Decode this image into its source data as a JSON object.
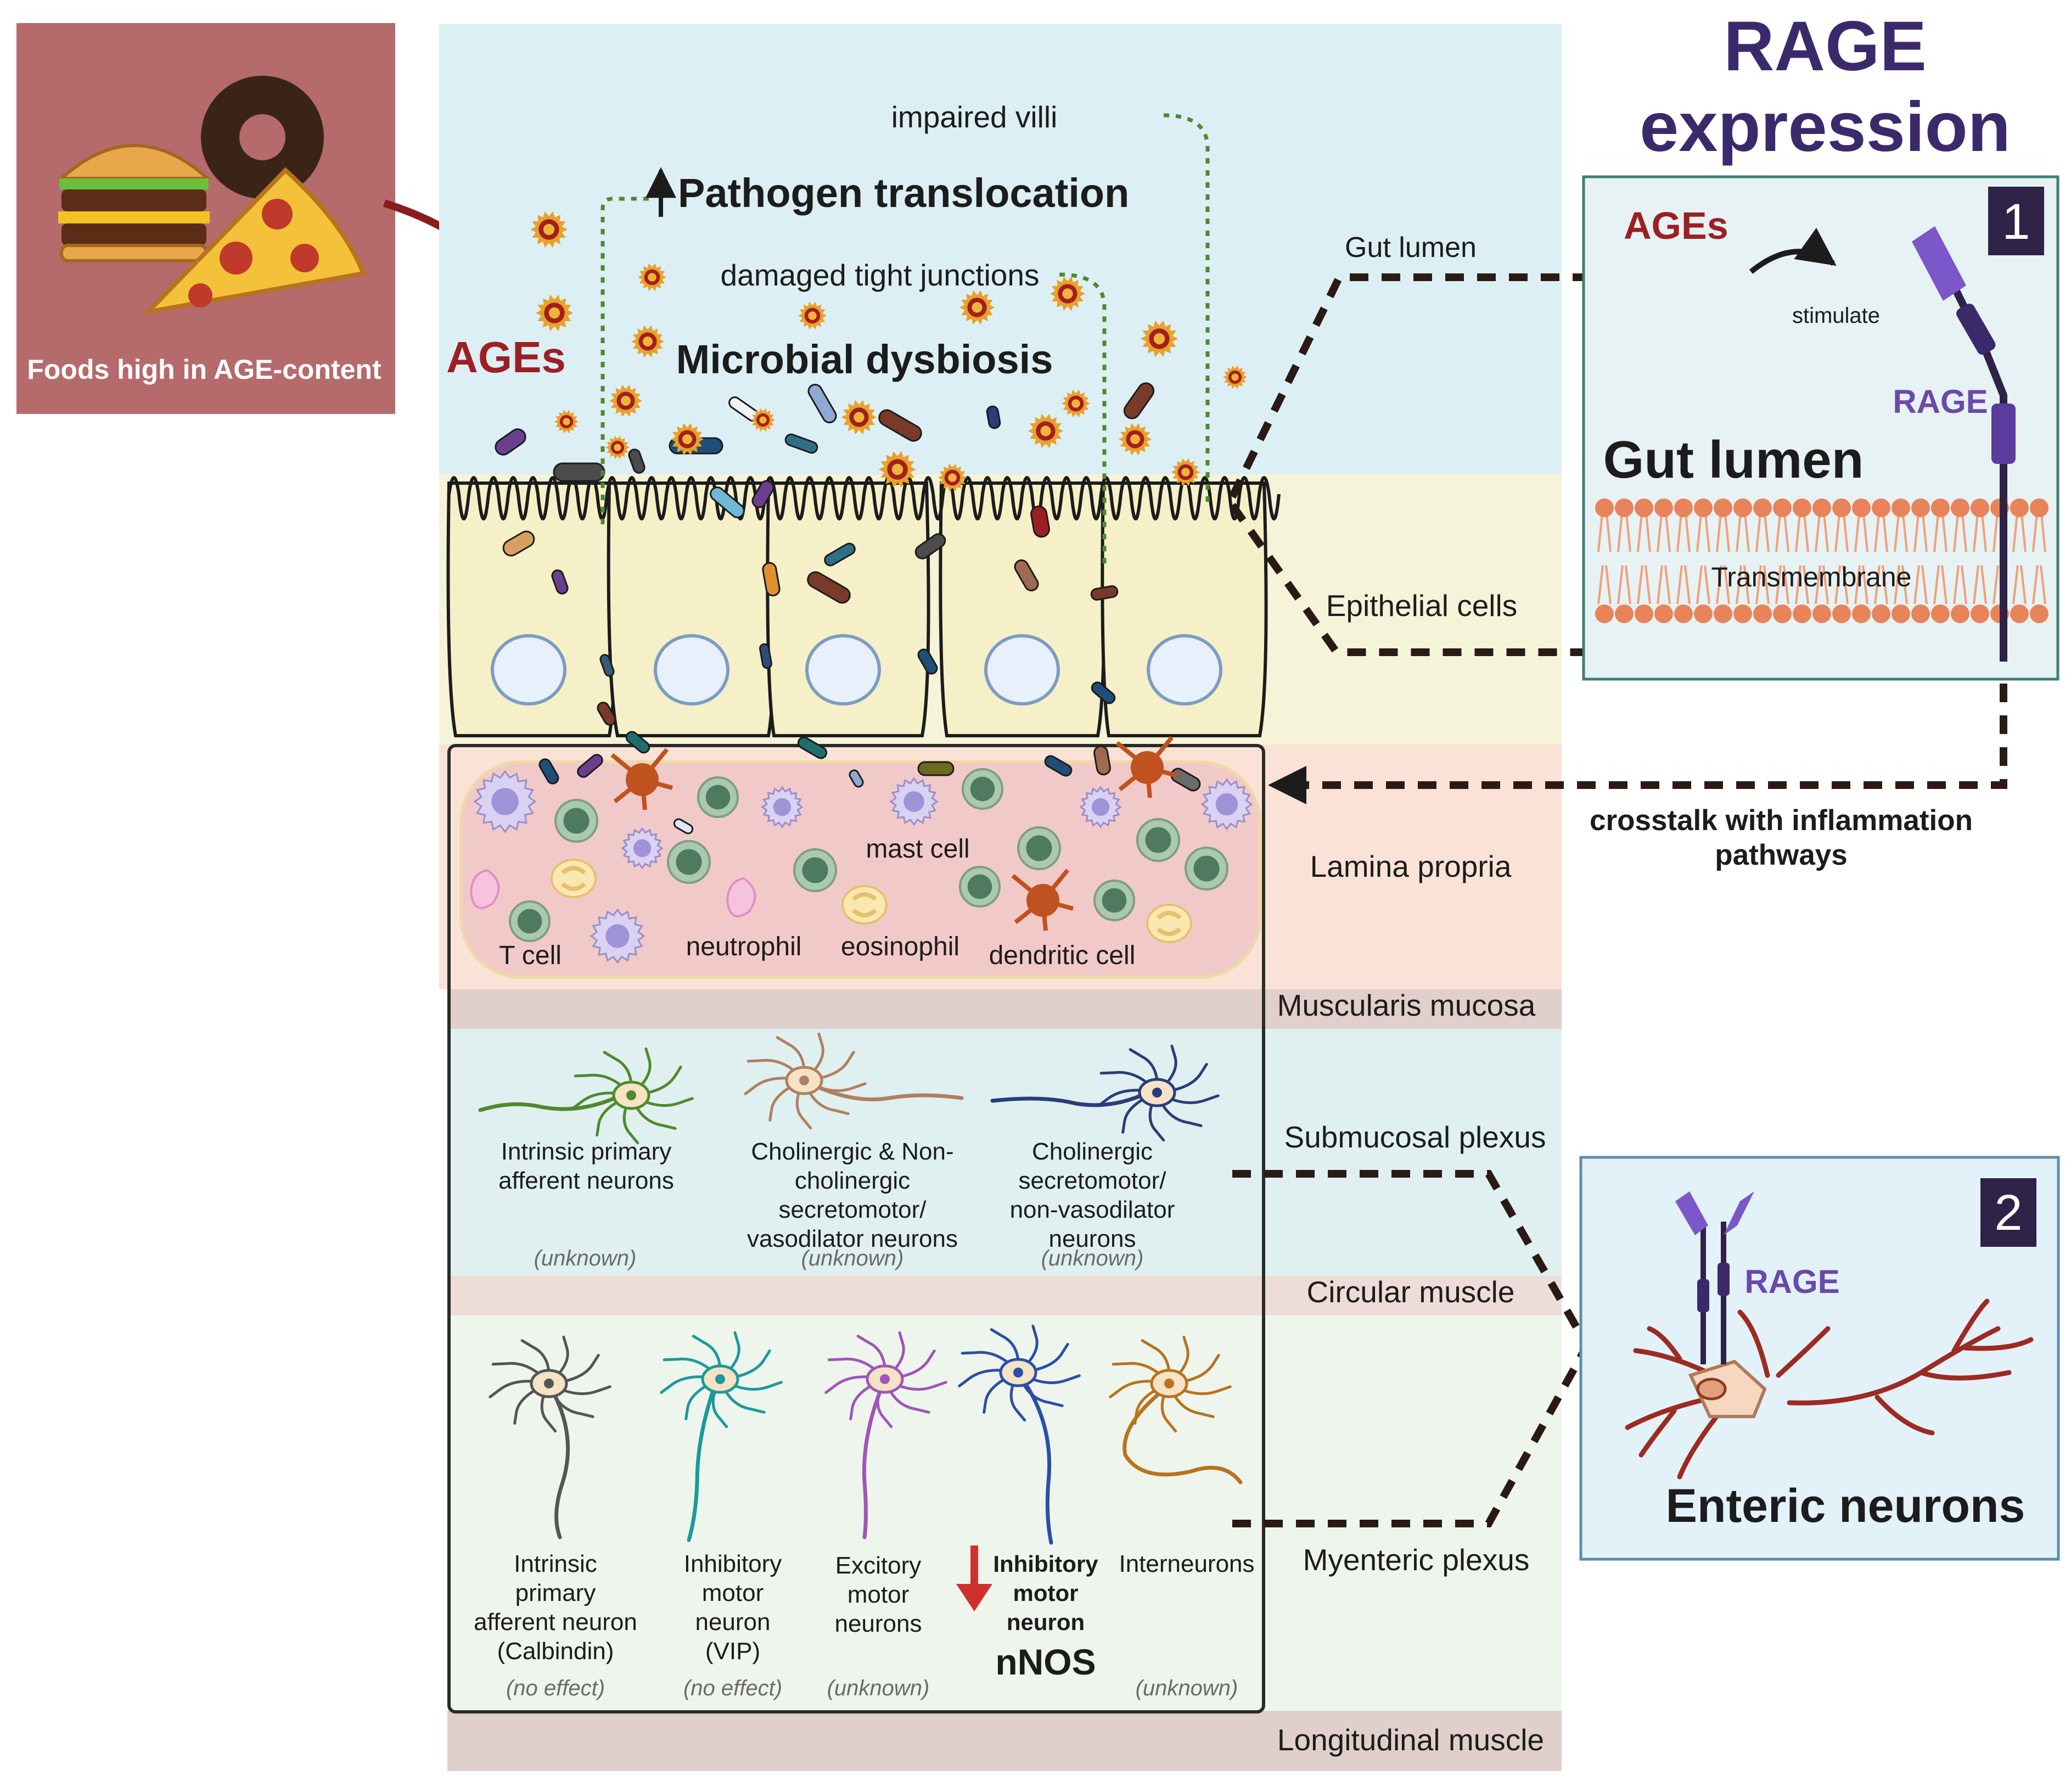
{
  "food_panel": {
    "label": "Foods high in AGE-content"
  },
  "lumen": {
    "ages_label": "AGEs",
    "pathogen_translocation": "Pathogen translocation",
    "impaired_villi": "impaired villi",
    "damaged_tight_junctions": "damaged tight junctions",
    "microbial_dysbiosis": "Microbial dysbiosis"
  },
  "lamina_propria": {
    "mast_cell": "mast cell",
    "t_cell": "T cell",
    "neutrophil": "neutrophil",
    "eosinophil": "eosinophil",
    "dendritic_cell": "dendritic cell"
  },
  "layers": {
    "gut_lumen": "Gut lumen",
    "epithelial_cells": "Epithelial cells",
    "lamina_propria": "Lamina propria",
    "muscularis_mucosa": "Muscularis mucosa",
    "submucosal_plexus": "Submucosal plexus",
    "circular_muscle": "Circular muscle",
    "myenteric_plexus": "Myenteric plexus",
    "longitudinal_muscle": "Longitudinal muscle"
  },
  "submucosal_neurons": [
    {
      "lines": [
        "Intrinsic primary",
        "afferent neurons"
      ],
      "effect": "(unknown)"
    },
    {
      "lines": [
        "Cholinergic & Non-",
        "cholinergic",
        "secretomotor/",
        "vasodilator neurons"
      ],
      "effect": "(unknown)"
    },
    {
      "lines": [
        "Cholinergic",
        "secretomotor/",
        "non-vasodilator",
        "neurons"
      ],
      "effect": "(unknown)"
    }
  ],
  "myenteric_neurons": [
    {
      "lines": [
        "Intrinsic",
        "primary",
        "afferent neuron",
        "(Calbindin)"
      ],
      "effect": "(no effect)"
    },
    {
      "lines": [
        "Inhibitory",
        "motor",
        "neuron",
        "(VIP)"
      ],
      "effect": "(no effect)"
    },
    {
      "lines": [
        "Excitory",
        "motor",
        "neurons"
      ],
      "effect": "(unknown)"
    },
    {
      "lines": [
        "Inhibitory",
        "motor",
        "neuron"
      ],
      "effect": "",
      "marker": "nNOS",
      "emphasis": true
    },
    {
      "lines": [
        "Interneurons"
      ],
      "effect": "(unknown)"
    }
  ],
  "rage_panel": {
    "title_line1": "RAGE",
    "title_line2": "expression",
    "panel1_number": "1",
    "panel2_number": "2",
    "ages_label": "AGEs",
    "stimulate_label": "stimulate",
    "rage_label": "RAGE",
    "gut_lumen_label": "Gut lumen",
    "transmembrane_label": "Transmembrane",
    "crosstalk_line1": "crosstalk with inflammation",
    "crosstalk_line2": "pathways",
    "enteric_neurons_label": "Enteric neurons"
  },
  "colors": {
    "ages_red": "#9c1f24",
    "rage_purple": "#3b2a6b",
    "rage_label_purple": "#6a4aa8",
    "food_panel": "#b56a6c",
    "lumen": "#dceff4",
    "epithelium": "#f5f3d8",
    "lamina_propria": "#fbe2d7",
    "dashed_connector": "#2b1a14",
    "green_path": "#4d8a2e",
    "decrease_arrow": "#d0302b"
  }
}
